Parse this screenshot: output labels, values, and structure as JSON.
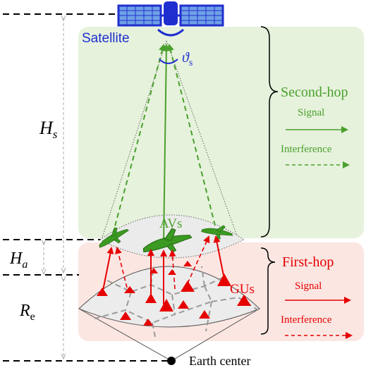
{
  "colors": {
    "satellite_blue": "#1f2fcf",
    "green": "#4aa02c",
    "red": "#e60000",
    "panel_green": "#e6f2dc",
    "panel_red": "#fbe6e2",
    "ground_gray": "#ededed",
    "dashed_gray": "#a9a9a9"
  },
  "labels": {
    "satellite": "Satellite",
    "avs": "AVs",
    "gus": "GUs",
    "earth_center": "Earth center",
    "angle_symbol": "ϑ",
    "angle_subscript": "s"
  },
  "dimensions": {
    "hs_main": "H",
    "hs_sub": "s",
    "ha_main": "H",
    "ha_sub": "a",
    "re_main": "R",
    "re_sub": "e"
  },
  "hops": {
    "second": {
      "title": "Second-hop",
      "signal": "Signal",
      "interference": "Interference"
    },
    "first": {
      "title": "First-hop",
      "signal": "Signal",
      "interference": "Interference"
    }
  },
  "icons": {
    "satellite": "satellite-icon",
    "drone": "drone-icon",
    "ground_user": "triangle-user-icon",
    "earth_center": "filled-dot-icon"
  }
}
